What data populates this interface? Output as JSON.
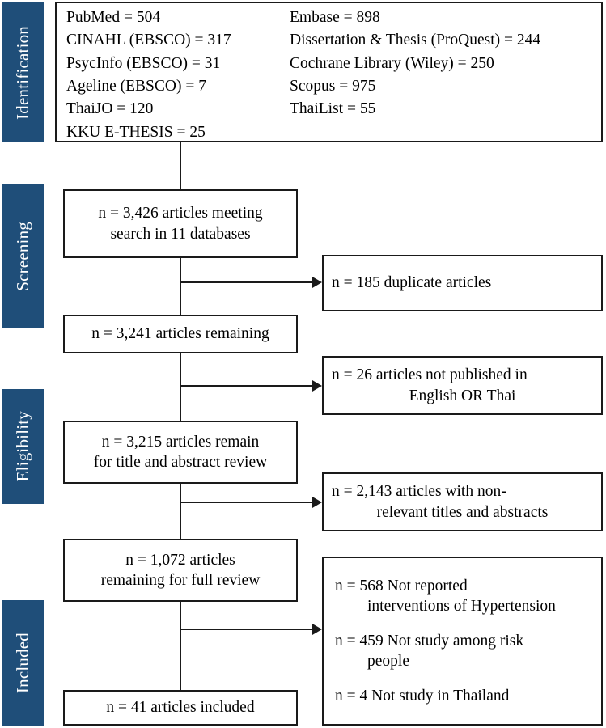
{
  "diagram": {
    "title": "PRISMA study selection flow diagram",
    "accent_color": "#1F4E79",
    "line_color": "#1a1a1a",
    "background_color": "#ffffff"
  },
  "stages": [
    {
      "id": "identification",
      "label": "Identification"
    },
    {
      "id": "screening",
      "label": "Screening"
    },
    {
      "id": "eligibility",
      "label": "Eligibility"
    },
    {
      "id": "included",
      "label": "Included"
    }
  ],
  "identification": {
    "column_left": [
      "PubMed = 504",
      "CINAHL (EBSCO) = 317",
      "PsycInfo (EBSCO) = 31",
      "Ageline (EBSCO) = 7",
      "ThaiJO = 120",
      "KKU E-THESIS = 25"
    ],
    "column_right": [
      "Embase = 898",
      "Dissertation & Thesis (ProQuest) = 244",
      "Cochrane Library (Wiley) = 250",
      "Scopus = 975",
      "ThaiList = 55"
    ]
  },
  "flow": {
    "records_identified": "n = 3,426 articles meeting\nsearch in 11 databases",
    "records_identified_line1": "n = 3,426 articles meeting",
    "records_identified_line2": "search in 11 databases",
    "duplicates_removed": "n = 185 duplicate articles",
    "records_remaining": "n = 3,241 articles remaining",
    "excluded_language_line1": "n = 26 articles not published in",
    "excluded_language_line2": "English OR Thai",
    "records_title_abstract_line1": "n = 3,215 articles remain",
    "records_title_abstract_line2": "for title and abstract review",
    "excluded_non_relevant_line1": "n = 2,143 articles with non-",
    "excluded_non_relevant_line2": "relevant titles and abstracts",
    "records_full_review_line1": "n = 1,072 articles",
    "records_full_review_line2": "remaining for full review",
    "studies_included": "n = 41 articles included"
  },
  "exclusions_full_text": [
    {
      "main": "n = 568 Not reported",
      "cont": "interventions of Hypertension"
    },
    {
      "main": "n = 459 Not study among risk",
      "cont": "people"
    },
    {
      "main": "n = 4 Not study in Thailand",
      "cont": ""
    }
  ]
}
